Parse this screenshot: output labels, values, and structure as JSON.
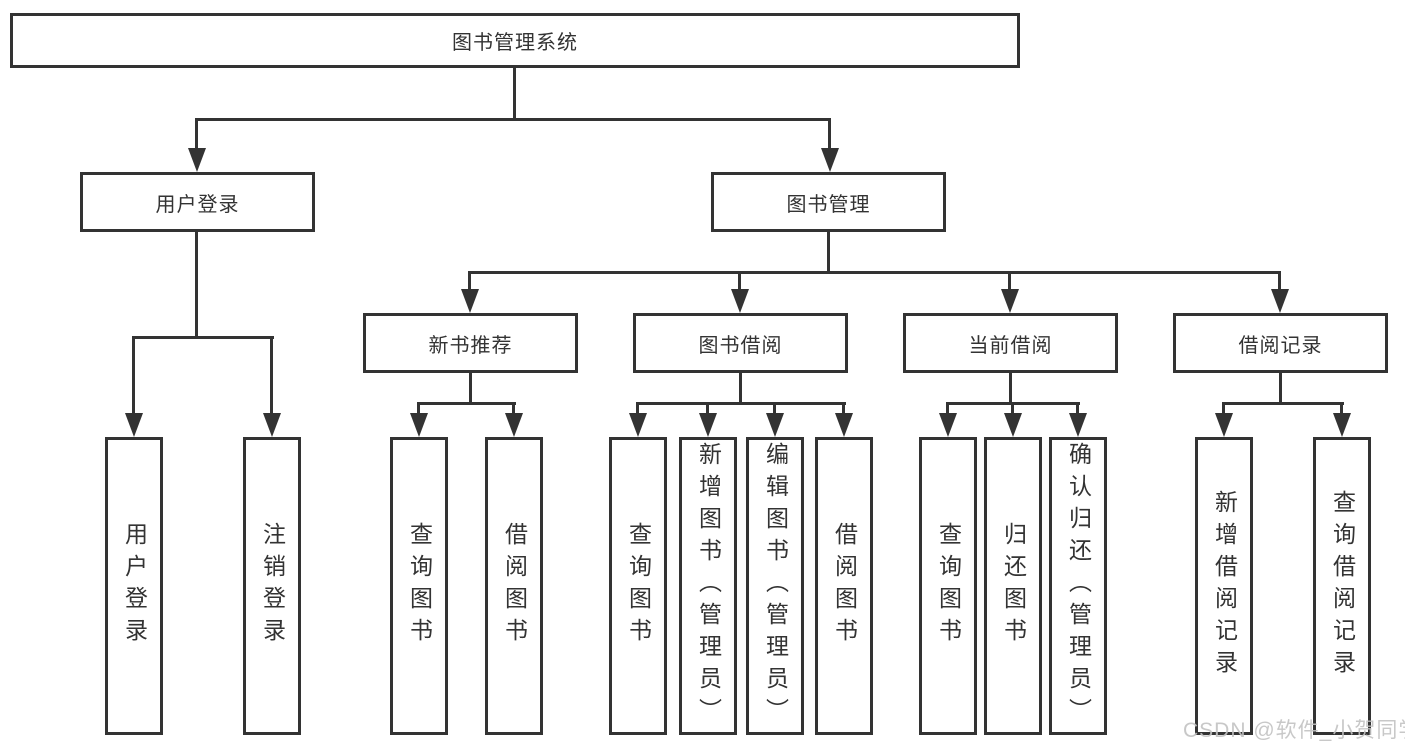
{
  "tree": {
    "root": {
      "label": "图书管理系统"
    },
    "branches": [
      {
        "label": "用户登录",
        "leaves": [
          {
            "label": "用户登录"
          },
          {
            "label": "注销登录"
          }
        ]
      },
      {
        "label": "图书管理",
        "groups": [
          {
            "label": "新书推荐",
            "leaves": [
              {
                "label": "查询图书"
              },
              {
                "label": "借阅图书"
              }
            ]
          },
          {
            "label": "图书借阅",
            "leaves": [
              {
                "label": "查询图书"
              },
              {
                "label": "新增图书（管理员）"
              },
              {
                "label": "编辑图书（管理员）"
              },
              {
                "label": "借阅图书"
              }
            ]
          },
          {
            "label": "当前借阅",
            "leaves": [
              {
                "label": "查询图书"
              },
              {
                "label": "归还图书"
              },
              {
                "label": "确认归还（管理员）"
              }
            ]
          },
          {
            "label": "借阅记录",
            "leaves": [
              {
                "label": "新增借阅记录"
              },
              {
                "label": "查询借阅记录"
              }
            ]
          }
        ]
      }
    ]
  },
  "watermark": "CSDN @软件_小贺同学",
  "colors": {
    "line": "#333333",
    "text": "#333333",
    "wm": "#c3c3c3",
    "bg": "#ffffff"
  }
}
